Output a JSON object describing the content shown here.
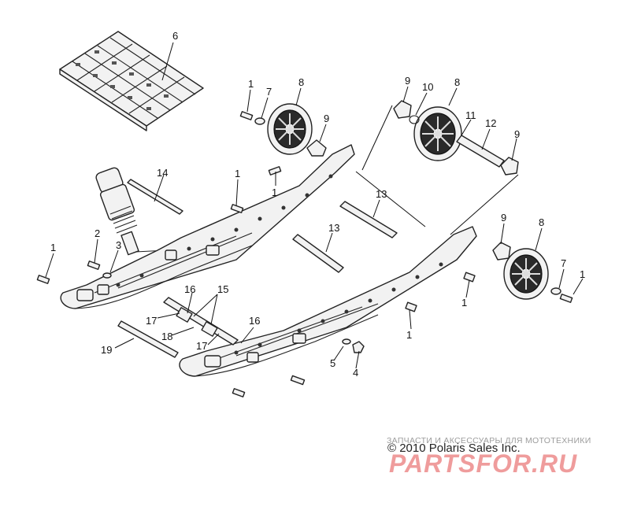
{
  "callouts": [
    {
      "label": "6"
    },
    {
      "label": "1"
    },
    {
      "label": "7"
    },
    {
      "label": "8"
    },
    {
      "label": "9"
    },
    {
      "label": "9"
    },
    {
      "label": "10"
    },
    {
      "label": "8"
    },
    {
      "label": "11"
    },
    {
      "label": "12"
    },
    {
      "label": "9"
    },
    {
      "label": "14"
    },
    {
      "label": "1"
    },
    {
      "label": "1"
    },
    {
      "label": "13"
    },
    {
      "label": "13"
    },
    {
      "label": "2"
    },
    {
      "label": "3"
    },
    {
      "label": "1"
    },
    {
      "label": "9"
    },
    {
      "label": "8"
    },
    {
      "label": "7"
    },
    {
      "label": "1"
    },
    {
      "label": "1"
    },
    {
      "label": "16"
    },
    {
      "label": "15"
    },
    {
      "label": "17"
    },
    {
      "label": "18"
    },
    {
      "label": "16"
    },
    {
      "label": "17"
    },
    {
      "label": "19"
    },
    {
      "label": "1"
    },
    {
      "label": "5"
    },
    {
      "label": "4"
    }
  ],
  "copyright": "© 2010 Polaris Sales Inc.",
  "watermark": {
    "tagline": "ЗАПЧАСТИ И АКСЕССУАРЫ ДЛЯ МОТОТЕХНИКИ",
    "logo": "PARTSFOR.RU"
  },
  "colors": {
    "line": "#222222",
    "watermark_red": "#e24a4a",
    "watermark_gray": "#9c9c9c"
  }
}
